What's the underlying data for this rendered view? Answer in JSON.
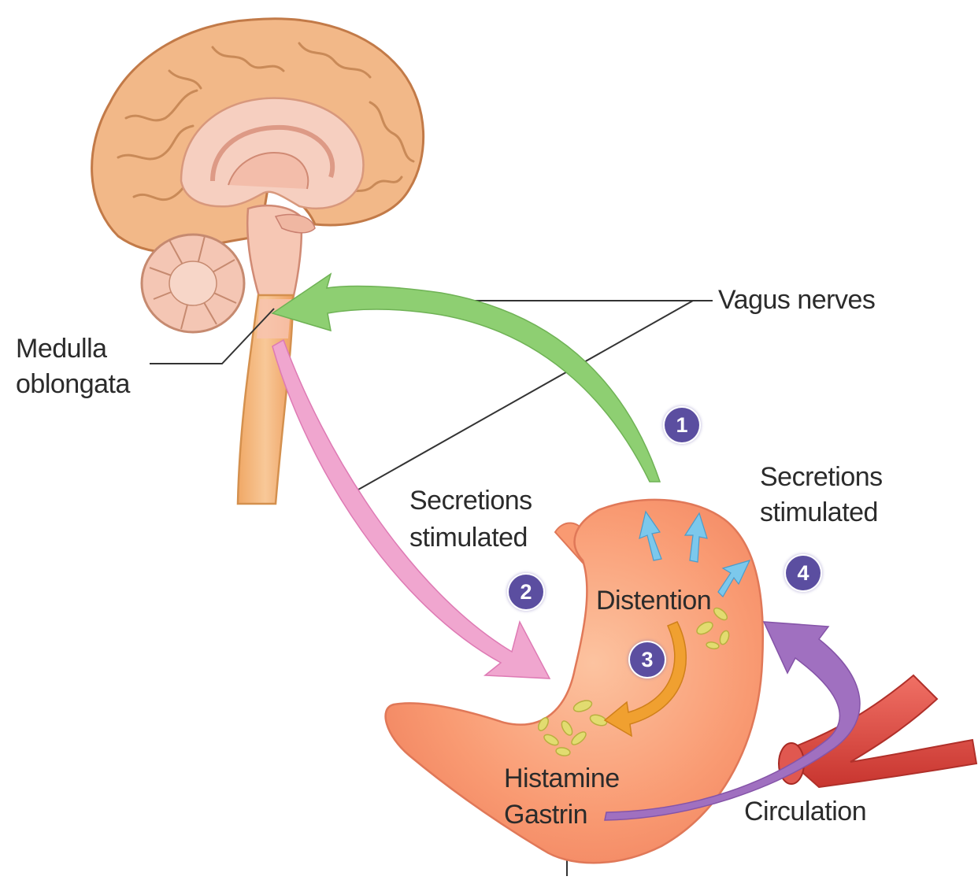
{
  "labels": {
    "vagus": "Vagus nerves",
    "medulla_line1": "Medulla",
    "medulla_line2": "oblongata",
    "secretions_left_line1": "Secretions",
    "secretions_left_line2": "stimulated",
    "secretions_right_line1": "Secretions",
    "secretions_right_line2": "stimulated",
    "distention": "Distention",
    "histamine": "Histamine",
    "gastrin": "Gastrin",
    "circulation": "Circulation"
  },
  "steps": [
    "1",
    "2",
    "3",
    "4"
  ],
  "colors": {
    "brain_cortex": "#f2b888",
    "brain_inner": "#f6cfc0",
    "brainstem": "#f4b97e",
    "stomach": "#f99a72",
    "vagus_arrow_green": "#8ecf72",
    "efferent_arrow_pink": "#f0a6cf",
    "circulation_arrow_purple": "#a070c0",
    "gastrin_arrow_orange": "#f0a030",
    "distention_arrows_blue": "#7cc8ec",
    "blood_vessel": "#e0453e",
    "badge": "#5b4ea0",
    "cells_yellow": "#e2dc70"
  }
}
